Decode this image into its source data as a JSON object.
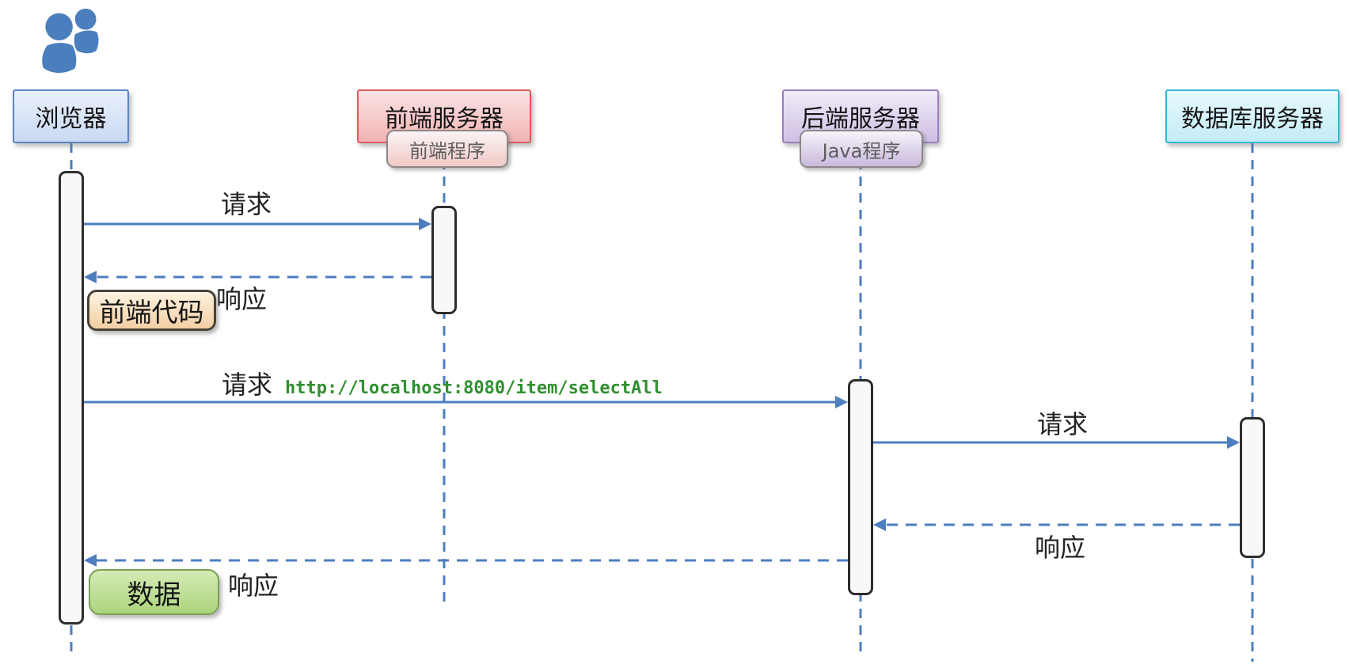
{
  "colors": {
    "arrow_blue": "#4d7ebf",
    "icon_blue": "#4a7ebc",
    "browser_border": "#5b84c6",
    "browser_fill_top": "#e9f0fb",
    "browser_fill_bottom": "#c9d9f3",
    "frontend_border": "#dd5c5c",
    "frontend_fill_top": "#fbe3e3",
    "frontend_fill_bottom": "#f3b4b4",
    "backend_border": "#9a7fc2",
    "backend_fill_top": "#f1ecf8",
    "backend_fill_bottom": "#cebfe4",
    "database_border": "#36b5d9",
    "database_fill_top": "#e6f9fd",
    "database_fill_bottom": "#c4ecf6",
    "note_border": "#8d8888",
    "activation_fill": "#f8f8f8",
    "activation_border": "#2d2d2d",
    "code_note_border": "#4a4238",
    "code_note_fill_top": "#fdf2e0",
    "code_note_fill_bottom": "#f3cfa3",
    "data_note_border": "#7aa055",
    "data_note_fill_top": "#d5ebb6",
    "data_note_fill_bottom": "#abd47c",
    "url_green": "#2f8f2f"
  },
  "actors": {
    "browser": {
      "label": "浏览器"
    },
    "frontend_server": {
      "label": "前端服务器",
      "sub_label": "前端程序"
    },
    "backend_server": {
      "label": "后端服务器",
      "sub_label": "Java程序"
    },
    "database_server": {
      "label": "数据库服务器"
    }
  },
  "messages": {
    "browser_to_frontend_request": "请求",
    "frontend_to_browser_response": "响应",
    "browser_to_backend_request_prefix": "请求",
    "browser_to_backend_request_url": "http://localhost:8080/item/selectAll",
    "backend_to_database_request": "请求",
    "database_to_backend_response": "响应",
    "backend_to_browser_response": "响应"
  },
  "notes": {
    "frontend_code": "前端代码",
    "data": "数据"
  }
}
